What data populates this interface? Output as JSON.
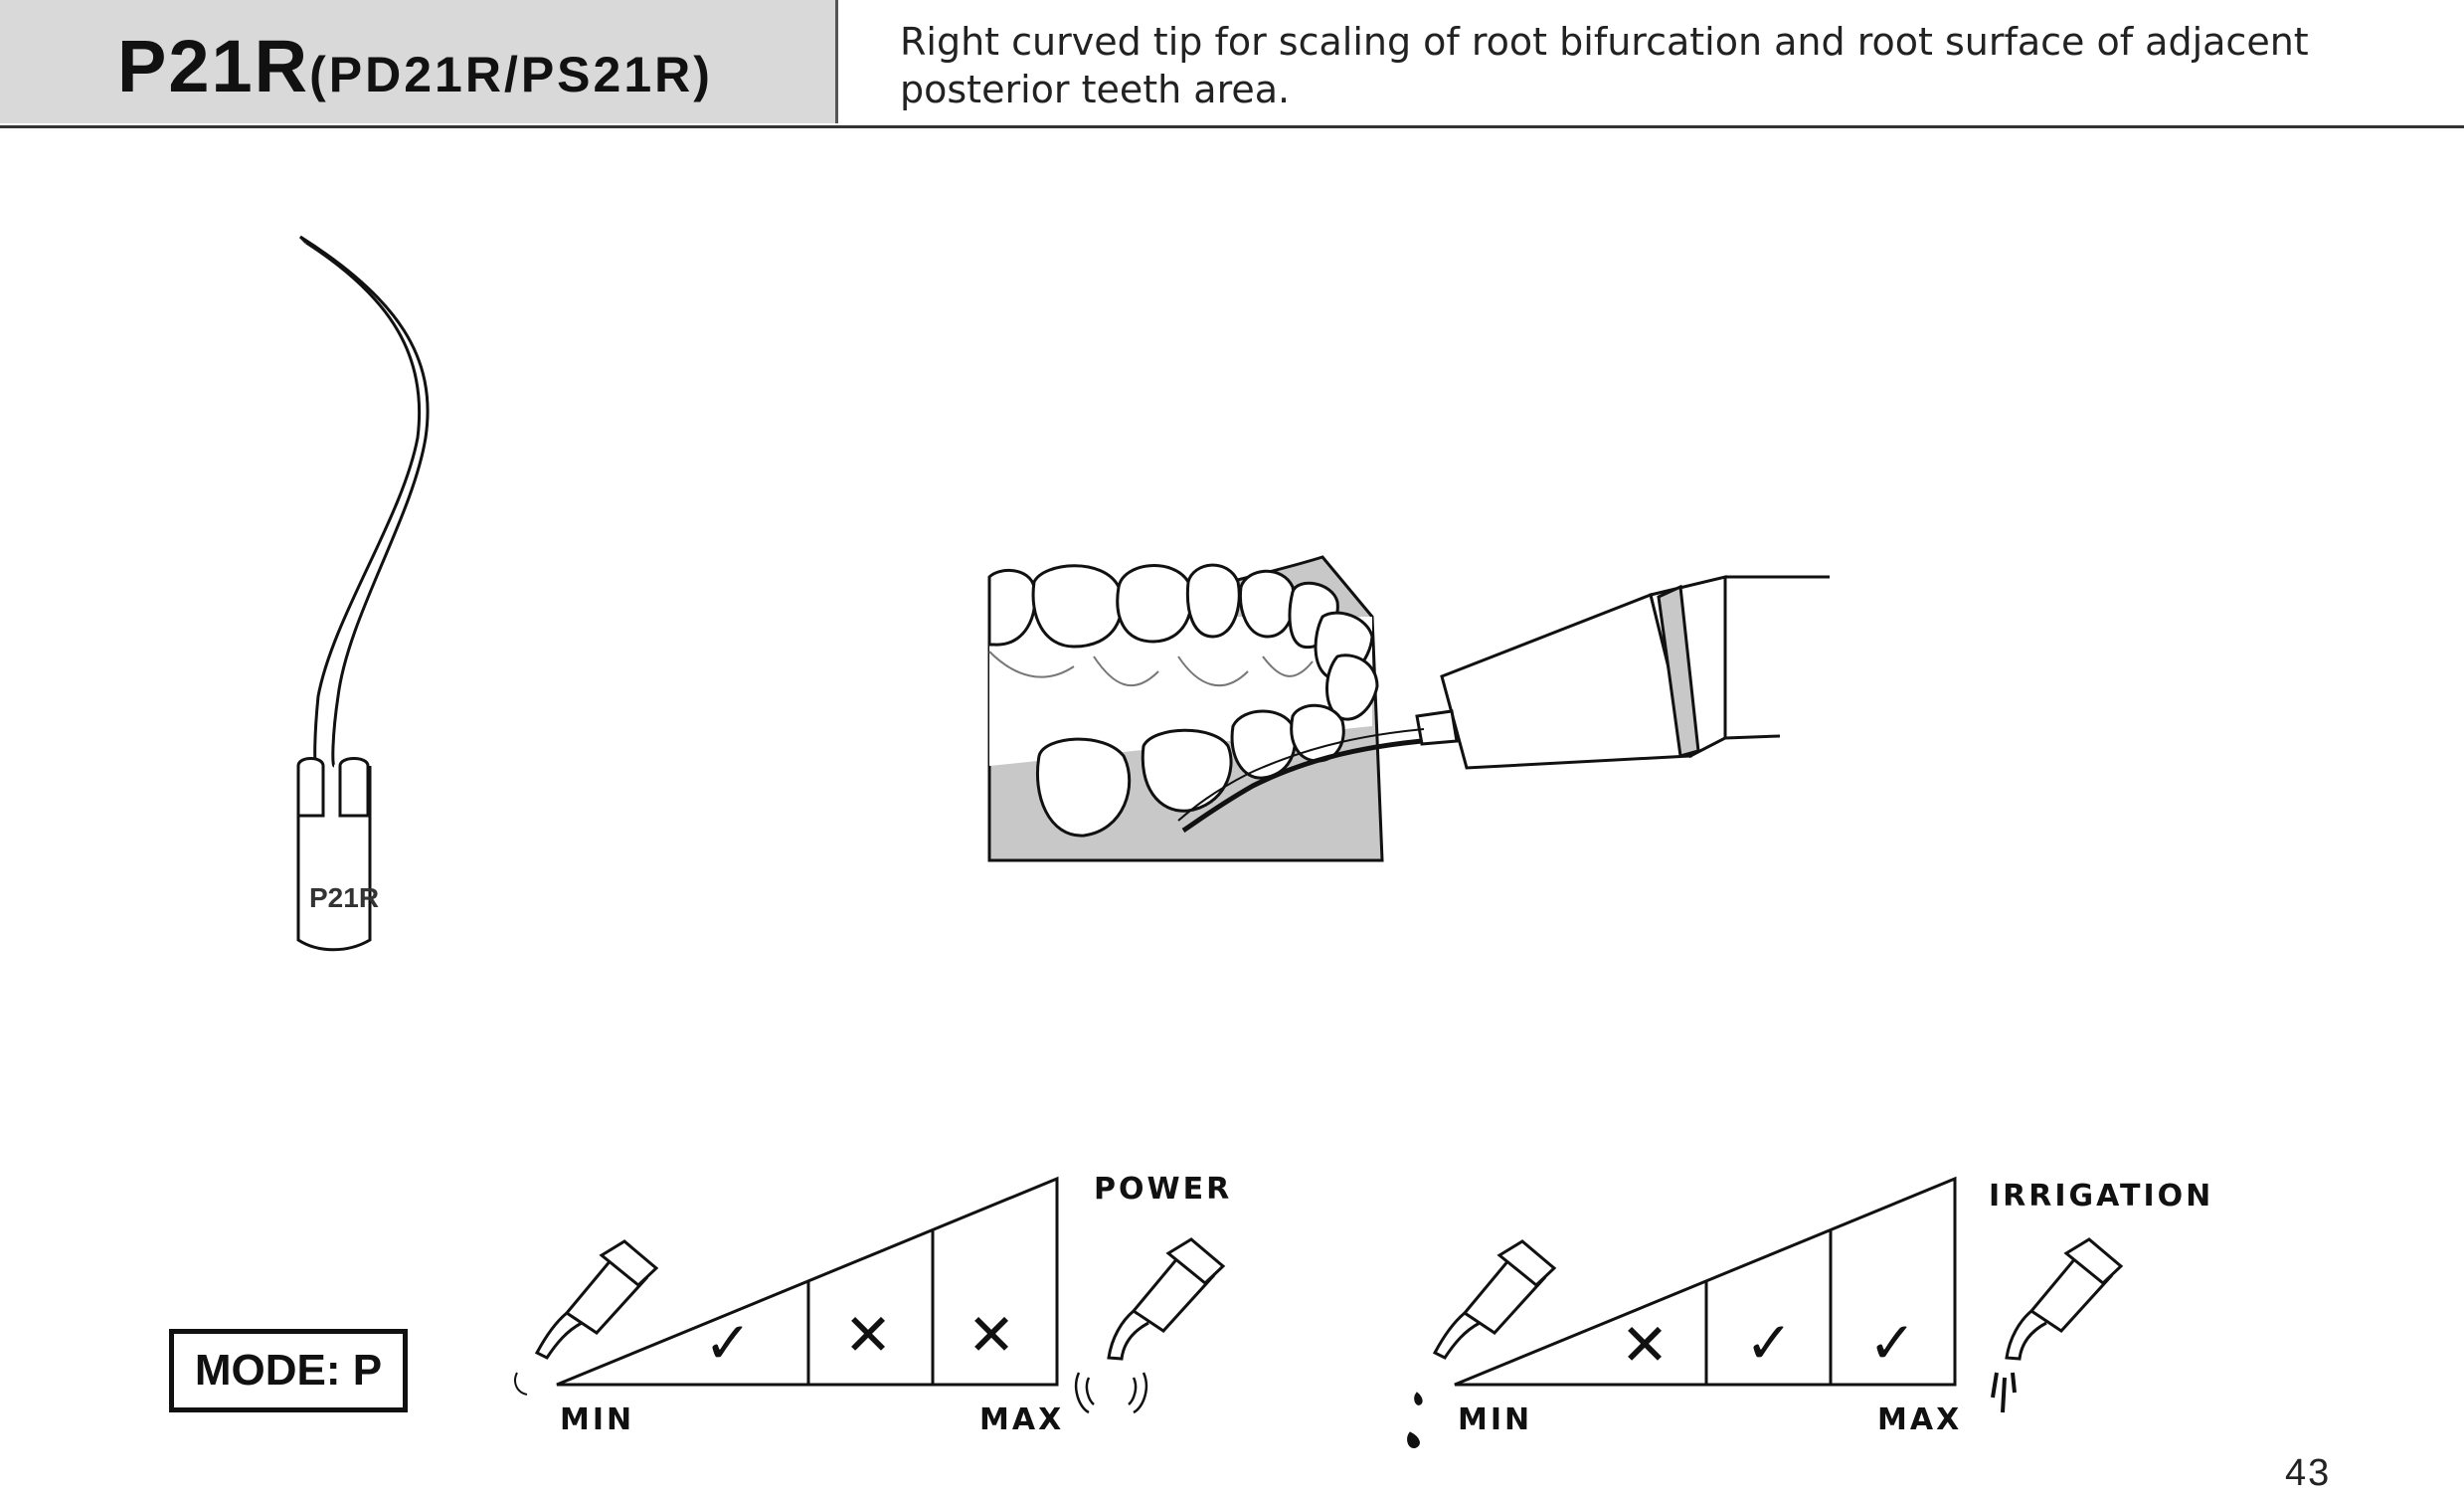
{
  "header": {
    "model": "P21R",
    "variants": "(PD21R/PS21R)",
    "description": "Right curved tip for scaling of root bifurcation and root surface of adjacent posterior teeth area."
  },
  "tip_illustration": {
    "engraving": "P21R"
  },
  "mode": {
    "label": "MODE: P"
  },
  "power_scale": {
    "title": "POWER",
    "min_label": "MIN",
    "max_label": "MAX",
    "marks": [
      "✓",
      "✕",
      "✕"
    ]
  },
  "irrigation_scale": {
    "title": "IRRIGATION",
    "min_label": "MIN",
    "max_label": "MAX",
    "marks": [
      "✕",
      "✓",
      "✓"
    ]
  },
  "page_number": "43",
  "colors": {
    "header_fill": "#d9d9d9",
    "gum_fill": "#c8c8c8",
    "line": "#111111"
  }
}
